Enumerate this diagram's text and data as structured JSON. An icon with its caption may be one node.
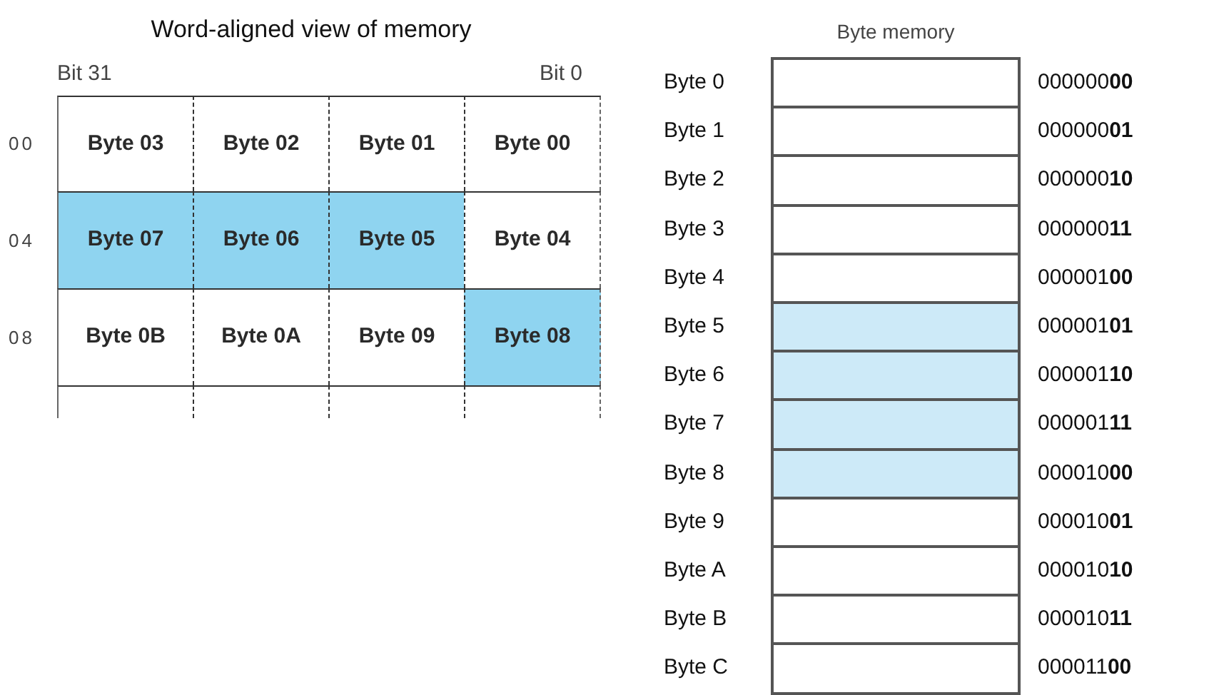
{
  "diagram": {
    "nodes": [
      {
        "text": [
          "Byte 03"
        ]
      },
      {
        "text": [
          "Byte 02"
        ]
      },
      {
        "text": [
          "Byte 01"
        ]
      },
      {
        "text": [
          "Byte 00"
        ]
      },
      {
        "text": [
          "Byte 07"
        ]
      },
      {
        "text": [
          "Byte 06"
        ]
      },
      {
        "text": [
          "Byte 05"
        ]
      },
      {
        "text": [
          "Byte 04"
        ]
      },
      {
        "text": [
          "Byte 0B"
        ]
      },
      {
        "text": [
          "Byte 0A"
        ]
      },
      {
        "text": [
          "Byte 09"
        ]
      },
      {
        "text": [
          "Byte 08"
        ]
      },
      {
        "text": [],
        "shape": "box"
      },
      {
        "text": [],
        "shape": "box"
      },
      {
        "text": [],
        "shape": "box"
      },
      {
        "text": [],
        "shape": "box"
      },
      {
        "text": [],
        "shape": "box",
        "beside": [
          "Byte 0",
          "000000**00**"
        ]
      },
      {
        "text": [],
        "shape": "box",
        "beside": [
          "Byte 1",
          "000000**01**"
        ]
      },
      {
        "text": [],
        "shape": "box",
        "beside": [
          "Byte 2",
          "000000**10**"
        ]
      },
      {
        "text": [],
        "shape": "box",
        "beside": [
          "Byte 3",
          "000000**11**"
        ]
      },
      {
        "text": [],
        "shape": "box",
        "beside": [
          "Byte 4",
          "000001**00**"
        ]
      },
      {
        "text": [],
        "shape": "box",
        "beside": [
          "Byte 5",
          "000001**01**"
        ]
      },
      {
        "text": [],
        "shape": "box",
        "beside": [
          "Byte 6",
          "000001**10**"
        ]
      },
      {
        "text": [],
        "shape": "box",
        "beside": [
          "Byte 7",
          "000001**11**"
        ]
      },
      {
        "text": [],
        "shape": "box",
        "beside": [
          "Byte 8",
          "000010**00**"
        ]
      },
      {
        "text": [],
        "shape": "box",
        "beside": [
          "Byte 9",
          "000010**01**"
        ]
      },
      {
        "text": [],
        "shape": "box",
        "beside": [
          "Byte A",
          "000010**10**"
        ]
      },
      {
        "text": [],
        "shape": "box",
        "beside": [
          "Byte B",
          "000010**11**"
        ]
      },
      {
        "text": [],
        "shape": "box",
        "beside": [
          "Byte C",
          "000011**00**"
        ]
      }
    ],
    "labels": [
      "Word-aligned view of memory",
      "Bit 31",
      "Bit 0",
      "00",
      "04",
      "08",
      "Byte memory"
    ]
  }
}
